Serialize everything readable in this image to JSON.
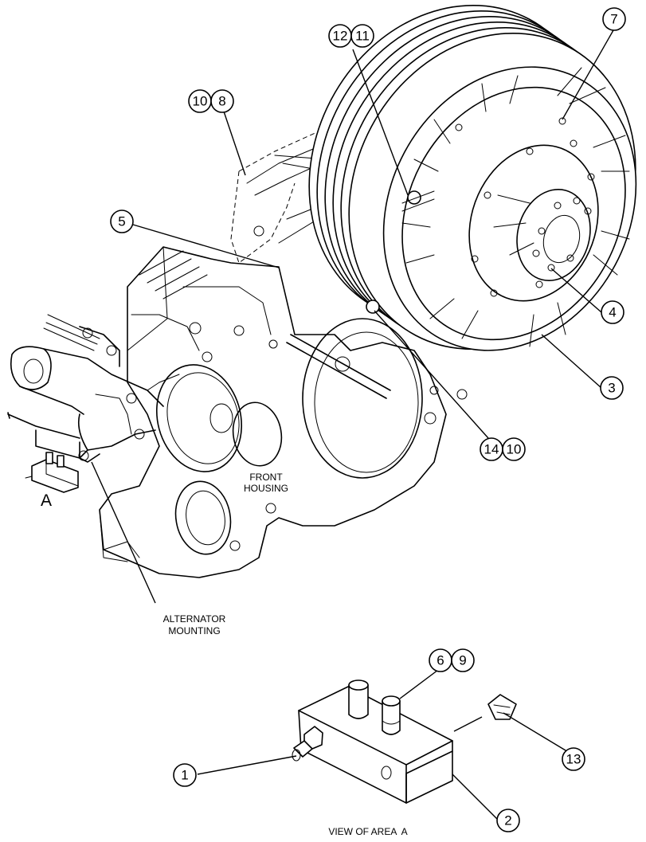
{
  "callouts": {
    "c7": "7",
    "c12": "12",
    "c11": "11",
    "c10a": "10",
    "c8": "8",
    "c5": "5",
    "c4": "4",
    "c3": "3",
    "c14": "14",
    "c10b": "10",
    "c6": "6",
    "c9": "9",
    "c13": "13",
    "c1": "1",
    "c2": "2"
  },
  "labels": {
    "front_housing_line1": "FRONT",
    "front_housing_line2": "HOUSING",
    "alternator_line1": "ALTERNATOR",
    "alternator_line2": "MOUNTING",
    "area_marker": "A",
    "view_caption": "VIEW OF AREA  A"
  }
}
